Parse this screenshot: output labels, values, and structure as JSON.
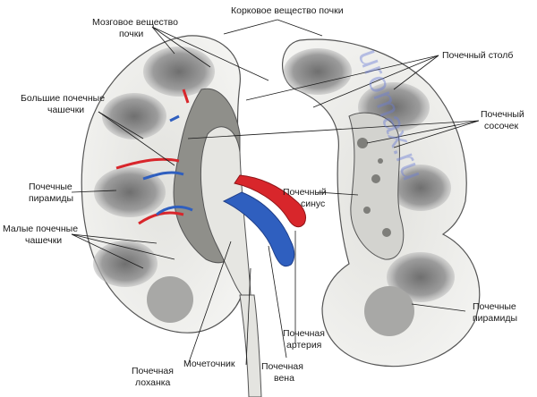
{
  "labels": {
    "cortex": "Корковое вещество почки",
    "medulla_1": "Мозговое вещество",
    "medulla_2": "почки",
    "column": "Почечный столб",
    "major_1": "Большие почечные",
    "major_2": "чашечки",
    "papilla_1": "Почечный",
    "papilla_2": "сосочек",
    "pyramids_l_1": "Почечные",
    "pyramids_l_2": "пирамиды",
    "sinus_1": "Почечный",
    "sinus_2": "синус",
    "minor_1": "Малые почечные",
    "minor_2": "чашечки",
    "pyramids_r_1": "Почечные",
    "pyramids_r_2": "пирамиды",
    "artery_1": "Почечная",
    "artery_2": "артерия",
    "pelvis_1": "Почечная",
    "pelvis_2": "лоханка",
    "ureter": "Мочеточник",
    "vein_1": "Почечная",
    "vein_2": "вена"
  },
  "watermark": "uromax.ru",
  "colors": {
    "cortex": "#f1f1ef",
    "pyramid": "#8e8e8e",
    "sinus": "#d6d6d2",
    "cavity": "#9a9a95",
    "artery": "#d8262b",
    "vein": "#2f5fbf",
    "watermark": "#6d7fd6"
  }
}
